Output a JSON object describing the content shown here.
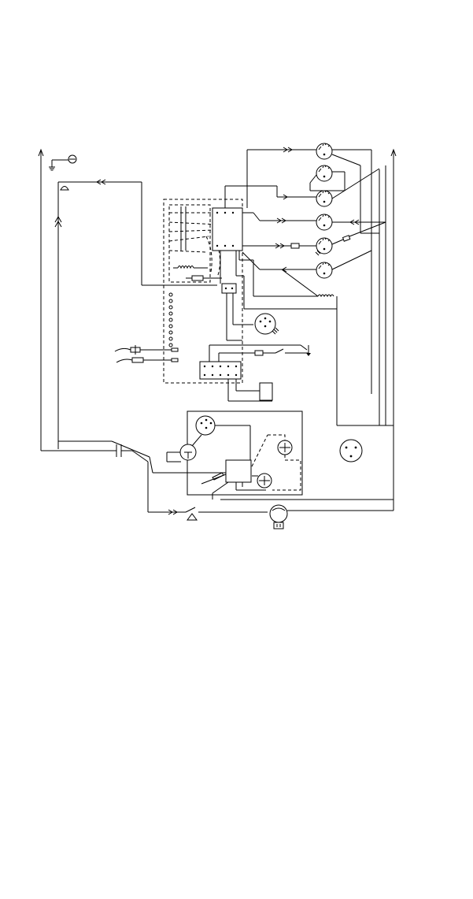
{
  "diagram": {
    "kind": "electrical wiring schematic",
    "text_labels": [],
    "stroke_color": "#000000",
    "background_color": "#ffffff",
    "components": [
      "ground-symbol",
      "lamp-holder-icon",
      "control-box",
      "terminal-strip",
      "gauge-top-1",
      "gauge-top-2",
      "gauge-top-3",
      "gauge-mid-1",
      "gauge-mid-2",
      "gauge-mid-3",
      "heater-coil",
      "round-plug-connector",
      "fuse",
      "temperature-sensor",
      "relay-block",
      "junction-block",
      "motor-connector",
      "thermostat",
      "capacitor-contact",
      "cooling-fan",
      "outlet-socket",
      "door-switch"
    ]
  }
}
